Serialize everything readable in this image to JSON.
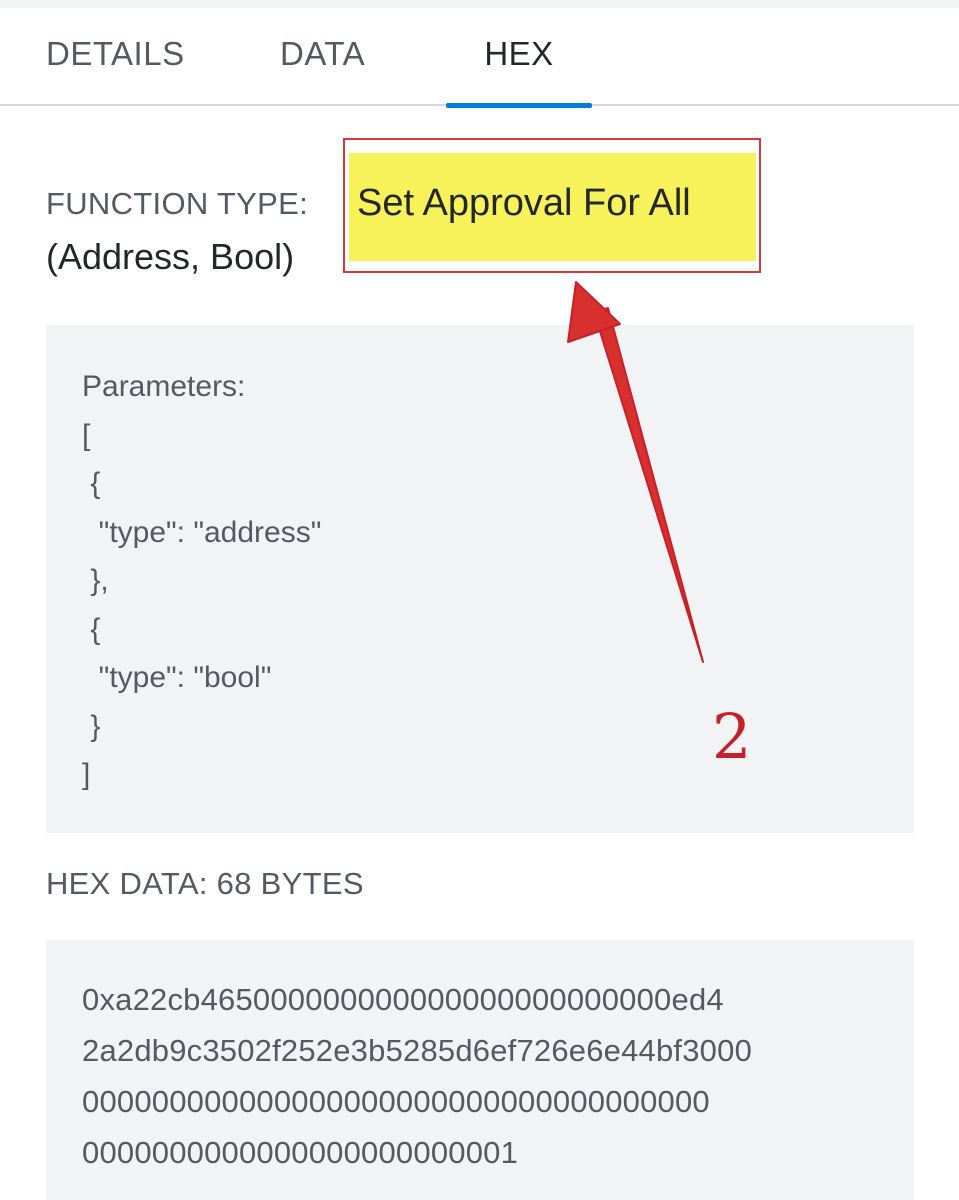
{
  "tabs": [
    {
      "label": "DETAILS",
      "active": false
    },
    {
      "label": "DATA",
      "active": false
    },
    {
      "label": "HEX",
      "active": true
    }
  ],
  "function": {
    "label": "FUNCTION TYPE:",
    "value": "Set Approval For All",
    "signature": "(Address, Bool)"
  },
  "parameters": {
    "text": "Parameters:\n[\n {\n  \"type\": \"address\"\n },\n {\n  \"type\": \"bool\"\n }\n]"
  },
  "hex": {
    "label": "HEX DATA: 68 BYTES",
    "lines": [
      "0xa22cb465000000000000000000000000ed4",
      "2a2db9c3502f252e3b5285d6ef726e6e44bf3000",
      "000000000000000000000000000000000000",
      "0000000000000000000000001"
    ]
  },
  "annotation": {
    "number": "2",
    "color": "#c8202a",
    "highlight_color": "#f7f15a"
  },
  "colors": {
    "accent": "#037dd6",
    "panel_bg": "#f2f3f4",
    "text_muted": "#535a61",
    "text_primary": "#24272a"
  }
}
